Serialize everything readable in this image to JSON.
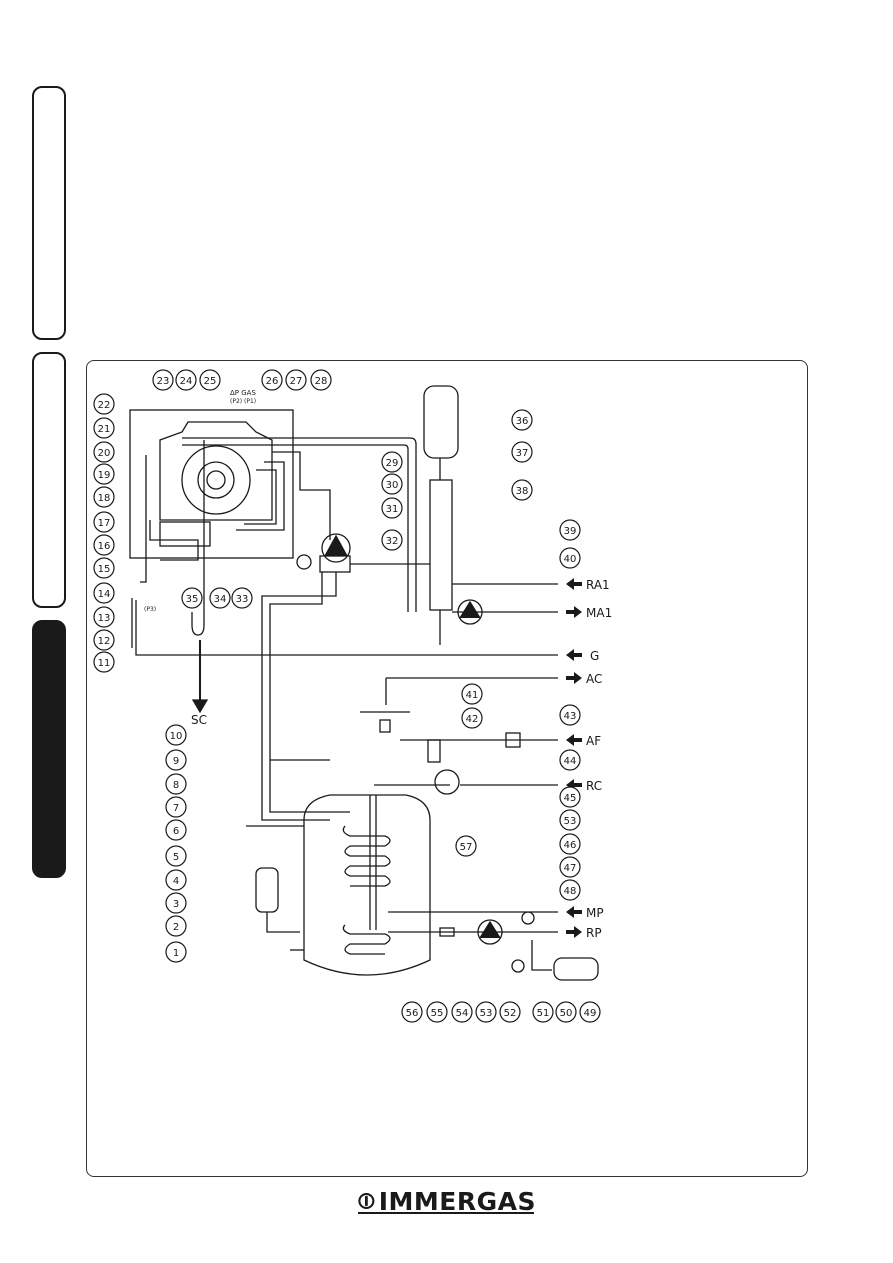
{
  "brand": {
    "name": "IMMERGAS"
  },
  "side_tabs": [
    {
      "id": "installer",
      "active": false
    },
    {
      "id": "user",
      "active": false
    },
    {
      "id": "maintenance",
      "active": true
    }
  ],
  "colors": {
    "ink": "#1a1a1a",
    "background": "#ffffff"
  },
  "diagram": {
    "gas_header": "ΔP  GAS",
    "gas_sub": "(P2) (P1)",
    "p3_label": "(P3)",
    "callouts": [
      "1",
      "2",
      "3",
      "4",
      "5",
      "6",
      "7",
      "8",
      "9",
      "10",
      "11",
      "12",
      "13",
      "14",
      "15",
      "16",
      "17",
      "18",
      "19",
      "20",
      "21",
      "22",
      "23",
      "24",
      "25",
      "26",
      "27",
      "28",
      "29",
      "30",
      "31",
      "32",
      "33",
      "34",
      "35",
      "36",
      "37",
      "38",
      "39",
      "40",
      "41",
      "42",
      "43",
      "44",
      "45",
      "46",
      "47",
      "48",
      "49",
      "50",
      "51",
      "52",
      "53",
      "54",
      "55",
      "56",
      "57",
      "53"
    ],
    "connections": [
      "RA1",
      "MA1",
      "G",
      "AC",
      "AF",
      "RC",
      "MP",
      "RP",
      "SC"
    ]
  }
}
